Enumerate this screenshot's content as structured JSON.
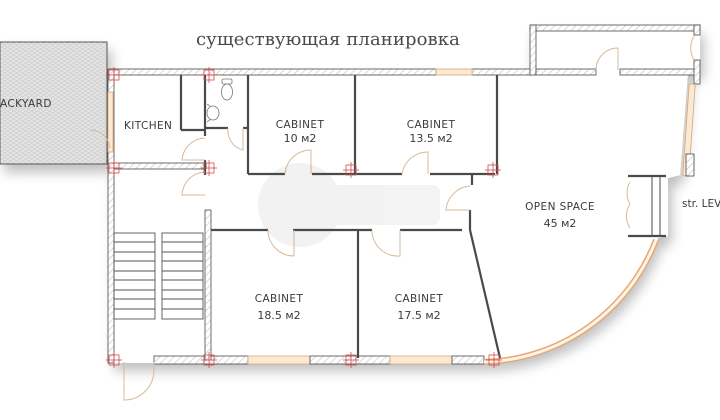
{
  "title": "существующая планировка",
  "colors": {
    "wall": "#4a4a4a",
    "hatch": "#c8b8b8",
    "window": "#e8b988",
    "door_arc": "#d9b89a",
    "column_mark": "#d2484f",
    "backyard_fill": "#d8d8d8",
    "text": "#3a3a3a"
  },
  "rooms": {
    "backyard": {
      "label": "ACKYARD"
    },
    "kitchen": {
      "label": "KITCHEN"
    },
    "cabinet_1": {
      "label": "CABINET",
      "area": "10 м2"
    },
    "cabinet_2": {
      "label": "CABINET",
      "area": "13.5 м2"
    },
    "cabinet_3": {
      "label": "CABINET",
      "area": "18.5 м2"
    },
    "cabinet_4": {
      "label": "CABINET",
      "area": "17.5  м2"
    },
    "open_space": {
      "label": "OPEN SPACE",
      "area": "45 м2"
    }
  },
  "side_label": "str. LEV",
  "icons": {
    "toilet": "toilet-icon",
    "sink": "sink-icon",
    "stairs": "stairs-icon",
    "watermark": "watermark-logo"
  }
}
